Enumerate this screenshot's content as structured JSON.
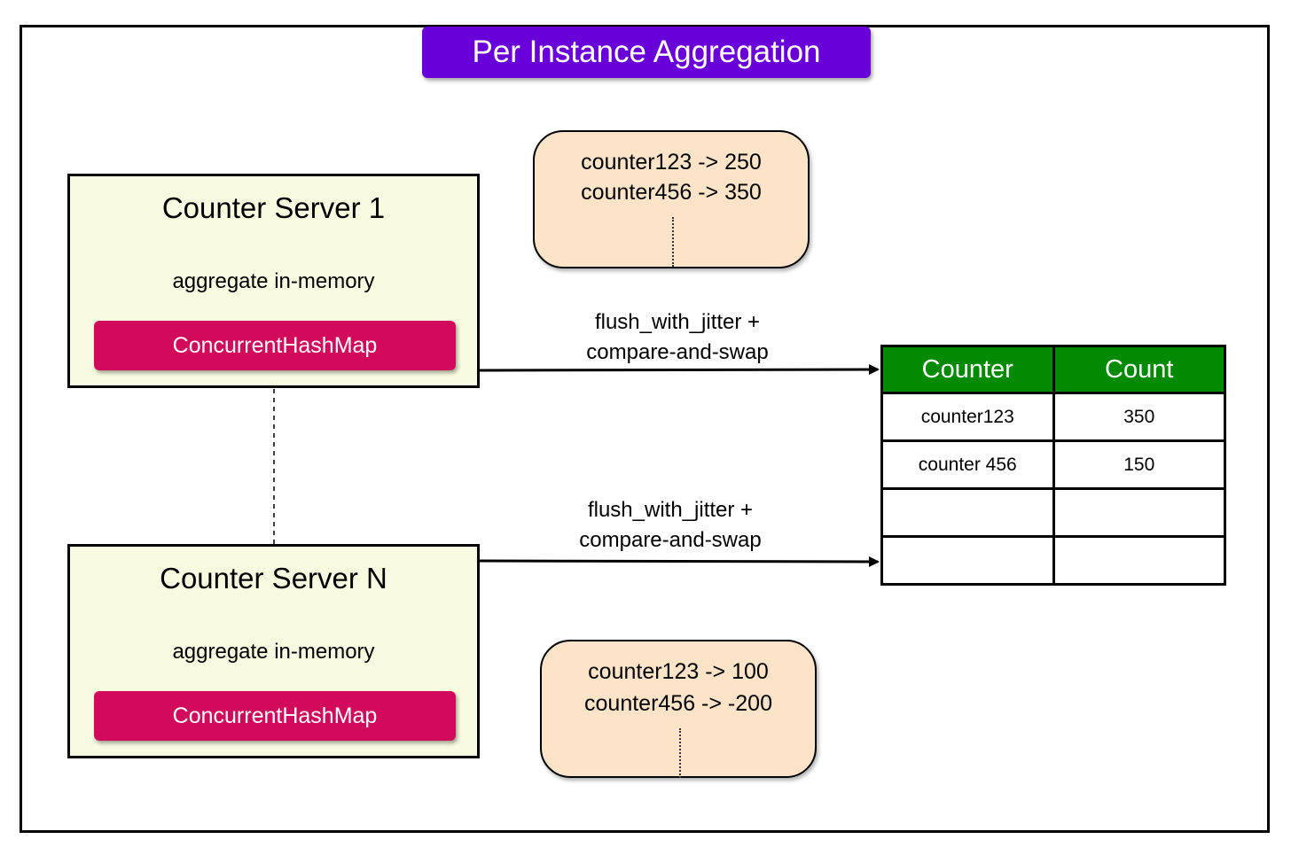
{
  "title": "Per Instance Aggregation",
  "colors": {
    "title_bg": "#6a00d9",
    "server_bg": "#f8fbdf",
    "hashmap_bg": "#d10a5c",
    "note_bg": "#fde3c8",
    "table_header_bg": "#028b02"
  },
  "servers": [
    {
      "title": "Counter Server 1",
      "subtitle": "aggregate in-memory",
      "component": "ConcurrentHashMap"
    },
    {
      "title": "Counter Server N",
      "subtitle": "aggregate in-memory",
      "component": "ConcurrentHashMap"
    }
  ],
  "notes": [
    {
      "lines": [
        "counter123 -> 250",
        "counter456 -> 350"
      ]
    },
    {
      "lines": [
        "counter123 -> 100",
        "counter456 -> -200"
      ]
    }
  ],
  "flows": [
    {
      "line1": "flush_with_jitter +",
      "line2": "compare-and-swap"
    },
    {
      "line1": "flush_with_jitter +",
      "line2": "compare-and-swap"
    }
  ],
  "table": {
    "headers": [
      "Counter",
      "Count"
    ],
    "rows": [
      [
        "counter123",
        "350"
      ],
      [
        "counter 456",
        "150"
      ],
      [
        "",
        ""
      ],
      [
        "",
        ""
      ]
    ]
  }
}
